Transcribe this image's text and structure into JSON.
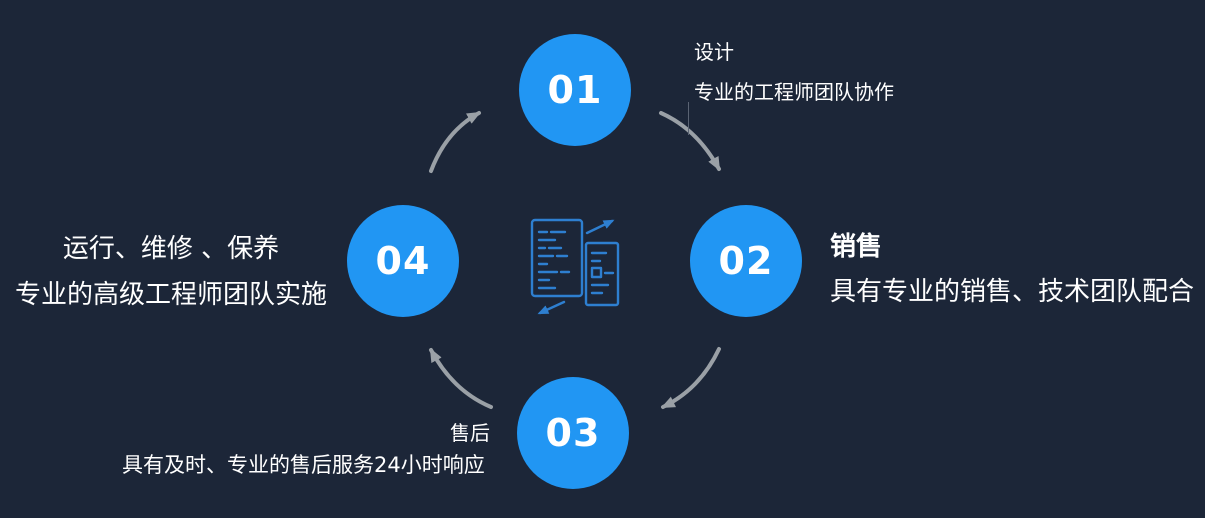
{
  "colors": {
    "background": "#1c2638",
    "circle": "#2196f3",
    "text": "#ffffff",
    "arrow": "#9aa0a6",
    "center_icon": "#2e7fd0"
  },
  "steps": [
    {
      "number": "01",
      "title": "设计",
      "description": "专业的工程师团队协作"
    },
    {
      "number": "02",
      "title": "销售",
      "description": "具有专业的销售、技术团队配合"
    },
    {
      "number": "03",
      "title": "售后",
      "description": "具有及时、专业的售后服务24小时响应"
    },
    {
      "number": "04",
      "title": "运行、维修 、保养",
      "description": "专业的高级工程师团队实施"
    }
  ],
  "arrows": [
    {
      "from": "01",
      "to": "02"
    },
    {
      "from": "02",
      "to": "03"
    },
    {
      "from": "03",
      "to": "04"
    },
    {
      "from": "04",
      "to": "01"
    }
  ],
  "center_icon": "document-code-transfer-icon"
}
